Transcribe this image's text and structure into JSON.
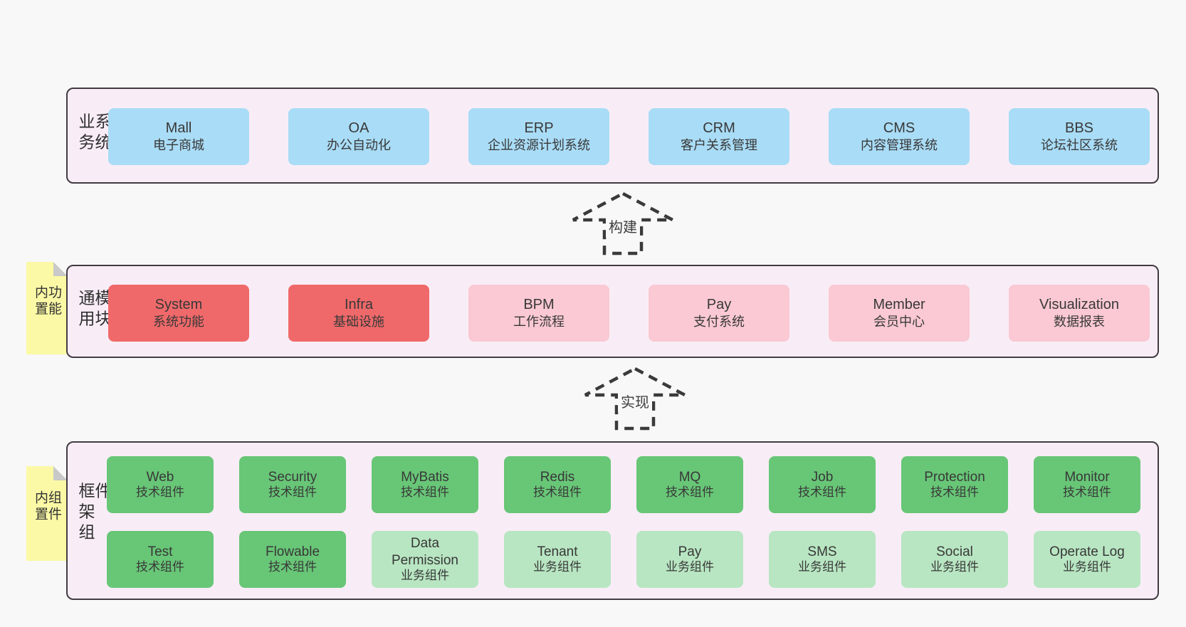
{
  "colors": {
    "page_bg": "#f8f8f8",
    "band_bg": "#f8edf6",
    "band_border": "#423b42",
    "blue_box": "#a9dcf6",
    "red_box": "#f0696a",
    "pink_box": "#fac9d3",
    "green_dark_box": "#68c677",
    "green_light_box": "#b8e6c2",
    "note_yellow": "#fbf9a5",
    "note_fold_gray": "#c9c9c9"
  },
  "arrows": [
    {
      "label": "构建"
    },
    {
      "label": "实现"
    }
  ],
  "bands": [
    {
      "label": "业务系统",
      "boxes": [
        {
          "name": "Mall",
          "subtitle": "电子商城"
        },
        {
          "name": "OA",
          "subtitle": "办公自动化"
        },
        {
          "name": "ERP",
          "subtitle": "企业资源计划系统"
        },
        {
          "name": "CRM",
          "subtitle": "客户关系管理"
        },
        {
          "name": "CMS",
          "subtitle": "内容管理系统"
        },
        {
          "name": "BBS",
          "subtitle": "论坛社区系统"
        }
      ]
    },
    {
      "label": "通用模块",
      "note": "内置功能",
      "boxes": [
        {
          "name": "System",
          "subtitle": "系统功能"
        },
        {
          "name": "Infra",
          "subtitle": "基础设施"
        },
        {
          "name": "BPM",
          "subtitle": "工作流程"
        },
        {
          "name": "Pay",
          "subtitle": "支付系统"
        },
        {
          "name": "Member",
          "subtitle": "会员中心"
        },
        {
          "name": "Visualization",
          "subtitle": "数据报表"
        }
      ]
    },
    {
      "label": "框架组件",
      "note": "内置组件",
      "rows": [
        [
          {
            "name": "Web",
            "subtitle": "技术组件"
          },
          {
            "name": "Security",
            "subtitle": "技术组件"
          },
          {
            "name": "MyBatis",
            "subtitle": "技术组件"
          },
          {
            "name": "Redis",
            "subtitle": "技术组件"
          },
          {
            "name": "MQ",
            "subtitle": "技术组件"
          },
          {
            "name": "Job",
            "subtitle": "技术组件"
          },
          {
            "name": "Protection",
            "subtitle": "技术组件"
          },
          {
            "name": "Monitor",
            "subtitle": "技术组件"
          }
        ],
        [
          {
            "name": "Test",
            "subtitle": "技术组件"
          },
          {
            "name": "Flowable",
            "subtitle": "技术组件"
          },
          {
            "name": "Data Permission",
            "subtitle": "业务组件"
          },
          {
            "name": "Tenant",
            "subtitle": "业务组件"
          },
          {
            "name": "Pay",
            "subtitle": "业务组件"
          },
          {
            "name": "SMS",
            "subtitle": "业务组件"
          },
          {
            "name": "Social",
            "subtitle": "业务组件"
          },
          {
            "name": "Operate Log",
            "subtitle": "业务组件"
          }
        ]
      ]
    }
  ]
}
